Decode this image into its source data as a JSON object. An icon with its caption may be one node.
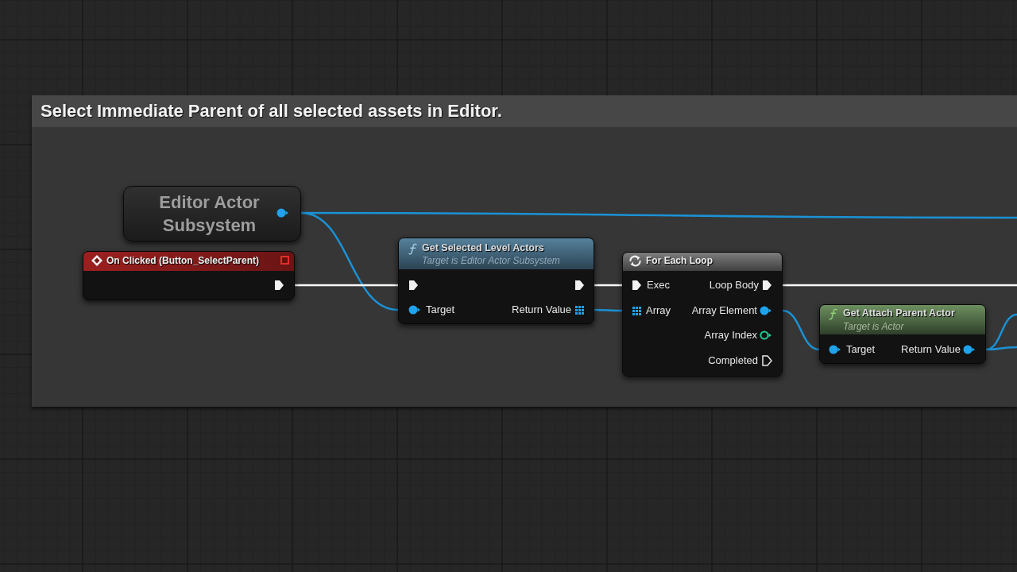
{
  "diagram": {
    "nodes": [
      {
        "text": [
          "Select Immediate Parent of all selected assets in Editor."
        ]
      },
      {
        "text": [
          "Editor Actor Subsystem"
        ],
        "in": 0
      },
      {
        "text": [
          "On Clicked (Button_SelectParent)"
        ],
        "in": 0
      },
      {
        "text": [
          "Get Selected Level Actors",
          "Target is Editor Actor Subsystem",
          "Target",
          "Return Value"
        ],
        "in": 0
      },
      {
        "text": [
          "For Each Loop",
          "Exec",
          "Loop Body",
          "Array",
          "Array Element",
          "Array Index",
          "Completed"
        ],
        "in": 0
      },
      {
        "text": [
          "Get Attach Parent Actor",
          "Target is Actor",
          "Target",
          "Return Value"
        ],
        "in": 0
      }
    ],
    "edges": [
      {
        "from": 1,
        "to": null,
        "arrow": "none"
      },
      {
        "from": 1,
        "to": 3,
        "arrow": "none"
      },
      {
        "from": 2,
        "to": 3,
        "arrow": "none",
        "color": "#ffffff"
      },
      {
        "from": 3,
        "to": 4,
        "arrow": "none",
        "color": "#ffffff"
      },
      {
        "from": 3,
        "to": 4,
        "arrow": "none"
      },
      {
        "from": 4,
        "to": null,
        "arrow": "none",
        "color": "#ffffff"
      },
      {
        "from": 4,
        "to": 5,
        "arrow": "none"
      },
      {
        "from": 5,
        "to": null,
        "arrow": "none"
      },
      {
        "from": 5,
        "to": null,
        "arrow": "none"
      }
    ]
  }
}
